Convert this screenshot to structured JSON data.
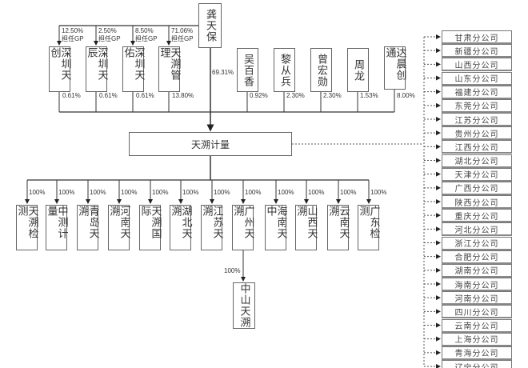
{
  "top_person": {
    "name": "龚天保",
    "share": "69.31%"
  },
  "gp_entities": [
    {
      "name": "深圳天创",
      "gp_pct": "12.50%",
      "gp_label": "担任GP",
      "share": "0.61%"
    },
    {
      "name": "深圳天辰",
      "gp_pct": "2.50%",
      "gp_label": "担任GP",
      "share": "0.61%"
    },
    {
      "name": "深圳天佑",
      "gp_pct": "8.50%",
      "gp_label": "担任GP",
      "share": "0.61%"
    },
    {
      "name": "天溯管理",
      "gp_pct": "71.06%",
      "gp_label": "担任GP",
      "share": "13.80%"
    }
  ],
  "other_holders": [
    {
      "name": "吴百香",
      "share": "0.92%"
    },
    {
      "name": "黎从兵",
      "share": "2.30%"
    },
    {
      "name": "曾宏勋",
      "share": "2.30%"
    },
    {
      "name": "周龙",
      "share": "1.53%"
    },
    {
      "name": "达晨创通",
      "share": "8.00%"
    }
  ],
  "company": {
    "name": "天溯计量"
  },
  "subsidiaries": [
    {
      "name": "天溯检测",
      "share": "100%"
    },
    {
      "name": "中测计量",
      "share": "100%"
    },
    {
      "name": "青岛天溯",
      "share": "100%"
    },
    {
      "name": "河南天溯",
      "share": "100%"
    },
    {
      "name": "天溯国际",
      "share": "100%"
    },
    {
      "name": "湖北天溯",
      "share": "100%"
    },
    {
      "name": "江苏天溯",
      "share": "100%"
    },
    {
      "name": "广州天溯",
      "share": "100%"
    },
    {
      "name": "海南天中",
      "share": "100%"
    },
    {
      "name": "山西天溯",
      "share": "100%"
    },
    {
      "name": "云南天溯",
      "share": "100%"
    },
    {
      "name": "广东检测",
      "share": "100%"
    }
  ],
  "sub_subsidiary": {
    "name": "中山天溯",
    "share": "100%"
  },
  "branches": [
    "甘肃分公司",
    "新疆分公司",
    "山西分公司",
    "山东分公司",
    "福建分公司",
    "东莞分公司",
    "江苏分公司",
    "贵州分公司",
    "江西分公司",
    "湖北分公司",
    "天津分公司",
    "广西分公司",
    "陕西分公司",
    "重庆分公司",
    "河北分公司",
    "浙江分公司",
    "合肥分公司",
    "湖南分公司",
    "海南分公司",
    "河南分公司",
    "四川分公司",
    "云南分公司",
    "上海分公司",
    "青海分公司",
    "辽宁分公司"
  ]
}
